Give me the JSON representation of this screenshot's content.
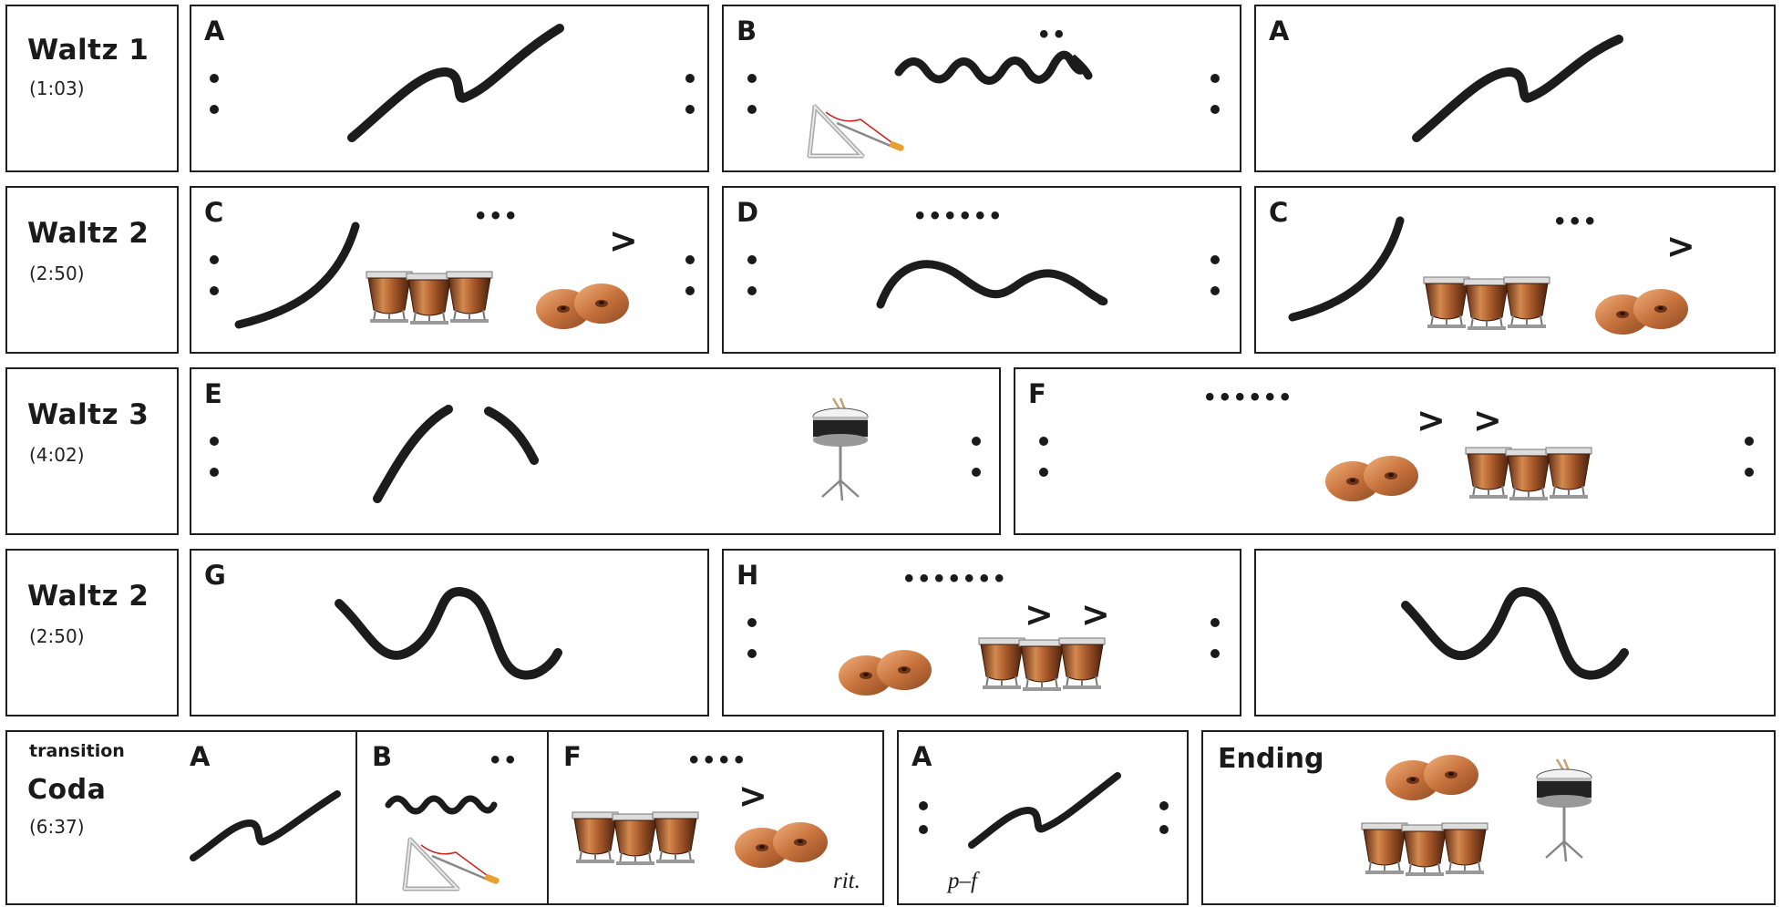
{
  "rows": [
    {
      "title": "Waltz 1",
      "time": "(1:03)"
    },
    {
      "title": "Waltz 2",
      "time": "(2:50)"
    },
    {
      "title": "Waltz 3",
      "time": "(4:02)"
    },
    {
      "title": "Waltz 2",
      "time": "(2:50)"
    },
    {
      "pre": "transition",
      "title": "Coda",
      "time": "(6:37)"
    }
  ],
  "sections": {
    "r1a": "A",
    "r1b": "B",
    "r1c": "A",
    "r2a": "C",
    "r2b": "D",
    "r2c": "C",
    "r3a": "E",
    "r3b": "F",
    "r4a": "G",
    "r4b": "H",
    "r4c": "",
    "r5a": "A",
    "r5b": "B",
    "r5c": "F",
    "r5d": "A",
    "r5e": "Ending"
  },
  "symbols": {
    "dots2": "••",
    "dots3": "•••",
    "dots4": "••••",
    "dots6": "••••••",
    "dots7": "•••••••",
    "accent": ">"
  },
  "annotations": {
    "rit": "rit.",
    "dynamics": "p–f"
  },
  "instruments": [
    "triangle-icon",
    "timpani-icon",
    "cymbals-icon",
    "snare-drum-icon"
  ]
}
